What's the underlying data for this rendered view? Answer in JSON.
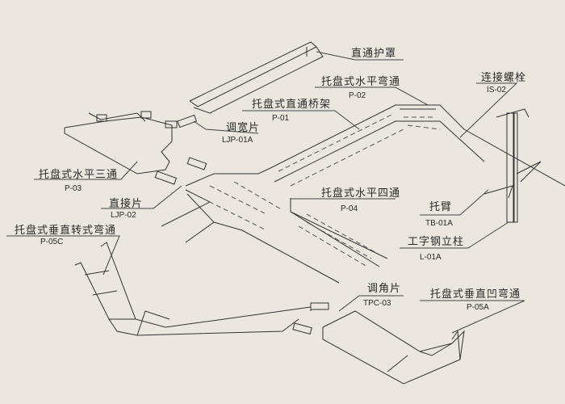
{
  "diagram": {
    "components": [
      {
        "id": "straight-cover",
        "name": "直通护罩",
        "code": ""
      },
      {
        "id": "horizontal-elbow",
        "name": "托盘式水平弯通",
        "code": "P-02"
      },
      {
        "id": "connecting-bolt",
        "name": "连接螺栓",
        "code": "IS-02"
      },
      {
        "id": "straight-tray",
        "name": "托盘式直通桥架",
        "code": "P-01"
      },
      {
        "id": "width-adjust-plate",
        "name": "调宽片",
        "code": "LJP-01A"
      },
      {
        "id": "horizontal-tee",
        "name": "托盘式水平三通",
        "code": "P-03"
      },
      {
        "id": "straight-joint-plate",
        "name": "直接片",
        "code": "LJP-02"
      },
      {
        "id": "horizontal-cross",
        "name": "托盘式水平四通",
        "code": "P-04"
      },
      {
        "id": "support-arm",
        "name": "托臂",
        "code": "TB-01A"
      },
      {
        "id": "i-beam-column",
        "name": "工字钢立柱",
        "code": "L-01A"
      },
      {
        "id": "vertical-turn-elbow",
        "name": "托盘式垂直转式弯通",
        "code": "P-05C"
      },
      {
        "id": "angle-adjust-plate",
        "name": "调角片",
        "code": "TPC-03"
      },
      {
        "id": "vertical-concave-elbow",
        "name": "托盘式垂直凹弯通",
        "code": "P-05A"
      }
    ]
  }
}
